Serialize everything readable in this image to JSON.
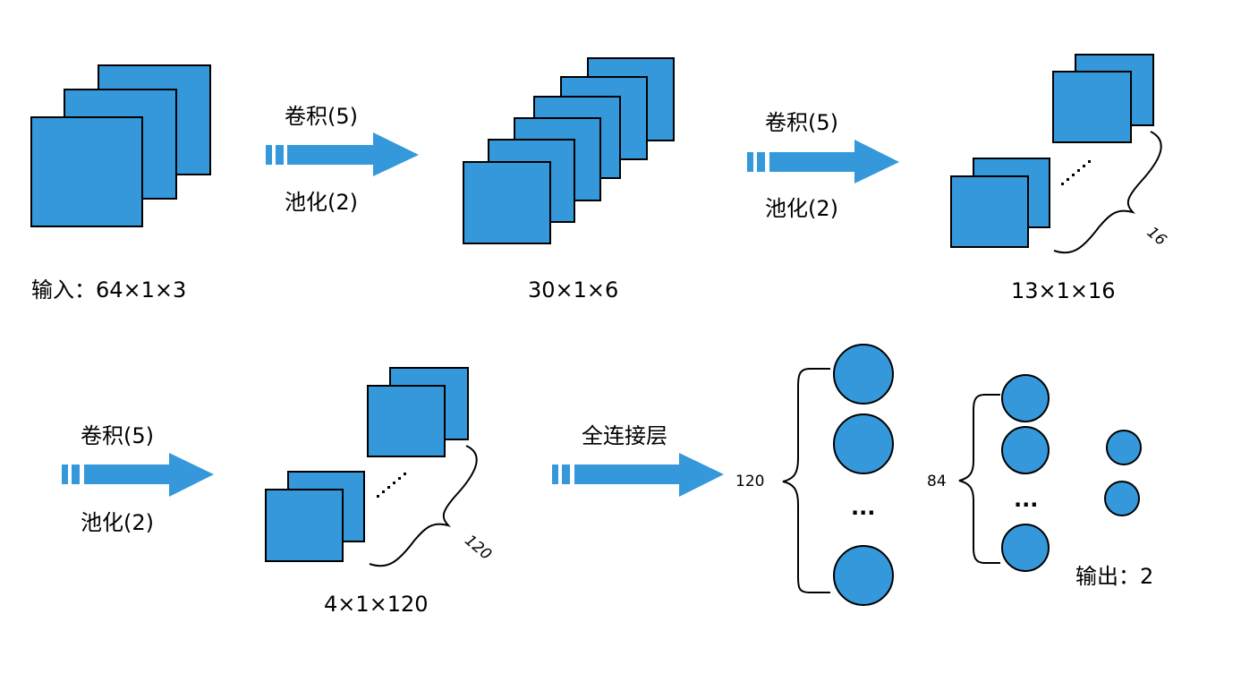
{
  "labels": {
    "input": "输入：64×1×3",
    "layer1": "30×1×6",
    "layer2": "13×1×16",
    "layer3": "4×1×120",
    "output": "输出：2"
  },
  "arrows": {
    "a1": {
      "top": "卷积(5)",
      "bottom": "池化(2)"
    },
    "a2": {
      "top": "卷积(5)",
      "bottom": "池化(2)"
    },
    "a3": {
      "top": "卷积(5)",
      "bottom": "池化(2)"
    },
    "a4": {
      "top": "全连接层"
    }
  },
  "brace_counts": {
    "layer2": "16",
    "layer3": "120",
    "fc1": "120",
    "fc2": "84"
  },
  "ellipsis": "...",
  "colors": {
    "box_fill": "#3498db",
    "arrow_fill": "#3498db",
    "stroke": "#000000"
  }
}
